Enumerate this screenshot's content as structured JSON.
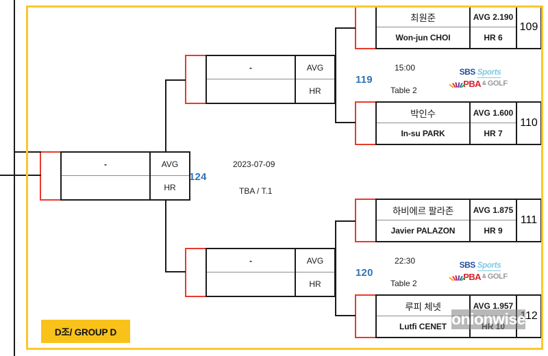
{
  "frame": {
    "accent_yellow": "#FCC72C",
    "accent_red": "#E8392B",
    "match_number_color": "#2E74B5"
  },
  "group_tag": {
    "label": "D조/ GROUP D"
  },
  "watermark": {
    "text": "onionwise"
  },
  "broadcaster": {
    "sbs": "SBS",
    "sports": "Sports",
    "pba": "PBA",
    "amp": "&",
    "golf": "GOLF"
  },
  "labels": {
    "avg": "AVG",
    "hr": "HR",
    "empty": "-"
  },
  "matches": [
    {
      "id": "match-124",
      "number": "124",
      "date": "2023-07-09",
      "table": "TBA / T.1",
      "winner_slot": {
        "name_kr": "-",
        "name_en": "",
        "avg": "AVG",
        "hr": "HR",
        "seed": ""
      }
    },
    {
      "id": "match-119",
      "number": "119",
      "time": "15:00",
      "table": "Table 2",
      "winner_slot": {
        "name_kr": "-",
        "name_en": "",
        "avg": "AVG",
        "hr": "HR",
        "seed": ""
      },
      "players": [
        {
          "name_kr": "최원준",
          "name_en": "Won-jun CHOI",
          "avg": "AVG 2.190",
          "hr": "HR 6",
          "seed": "109"
        },
        {
          "name_kr": "박인수",
          "name_en": "In-su PARK",
          "avg": "AVG 1.600",
          "hr": "HR 7",
          "seed": "110"
        }
      ]
    },
    {
      "id": "match-120",
      "number": "120",
      "time": "22:30",
      "table": "Table 2",
      "winner_slot": {
        "name_kr": "-",
        "name_en": "",
        "avg": "AVG",
        "hr": "HR",
        "seed": ""
      },
      "players": [
        {
          "name_kr": "하비에르 팔라존",
          "name_en": "Javier PALAZON",
          "avg": "AVG 1.875",
          "hr": "HR 9",
          "seed": "111"
        },
        {
          "name_kr": "루피 체넷",
          "name_en": "Lutfi CENET",
          "avg": "AVG 1.957",
          "hr": "HR 10",
          "seed": "112"
        }
      ]
    }
  ]
}
